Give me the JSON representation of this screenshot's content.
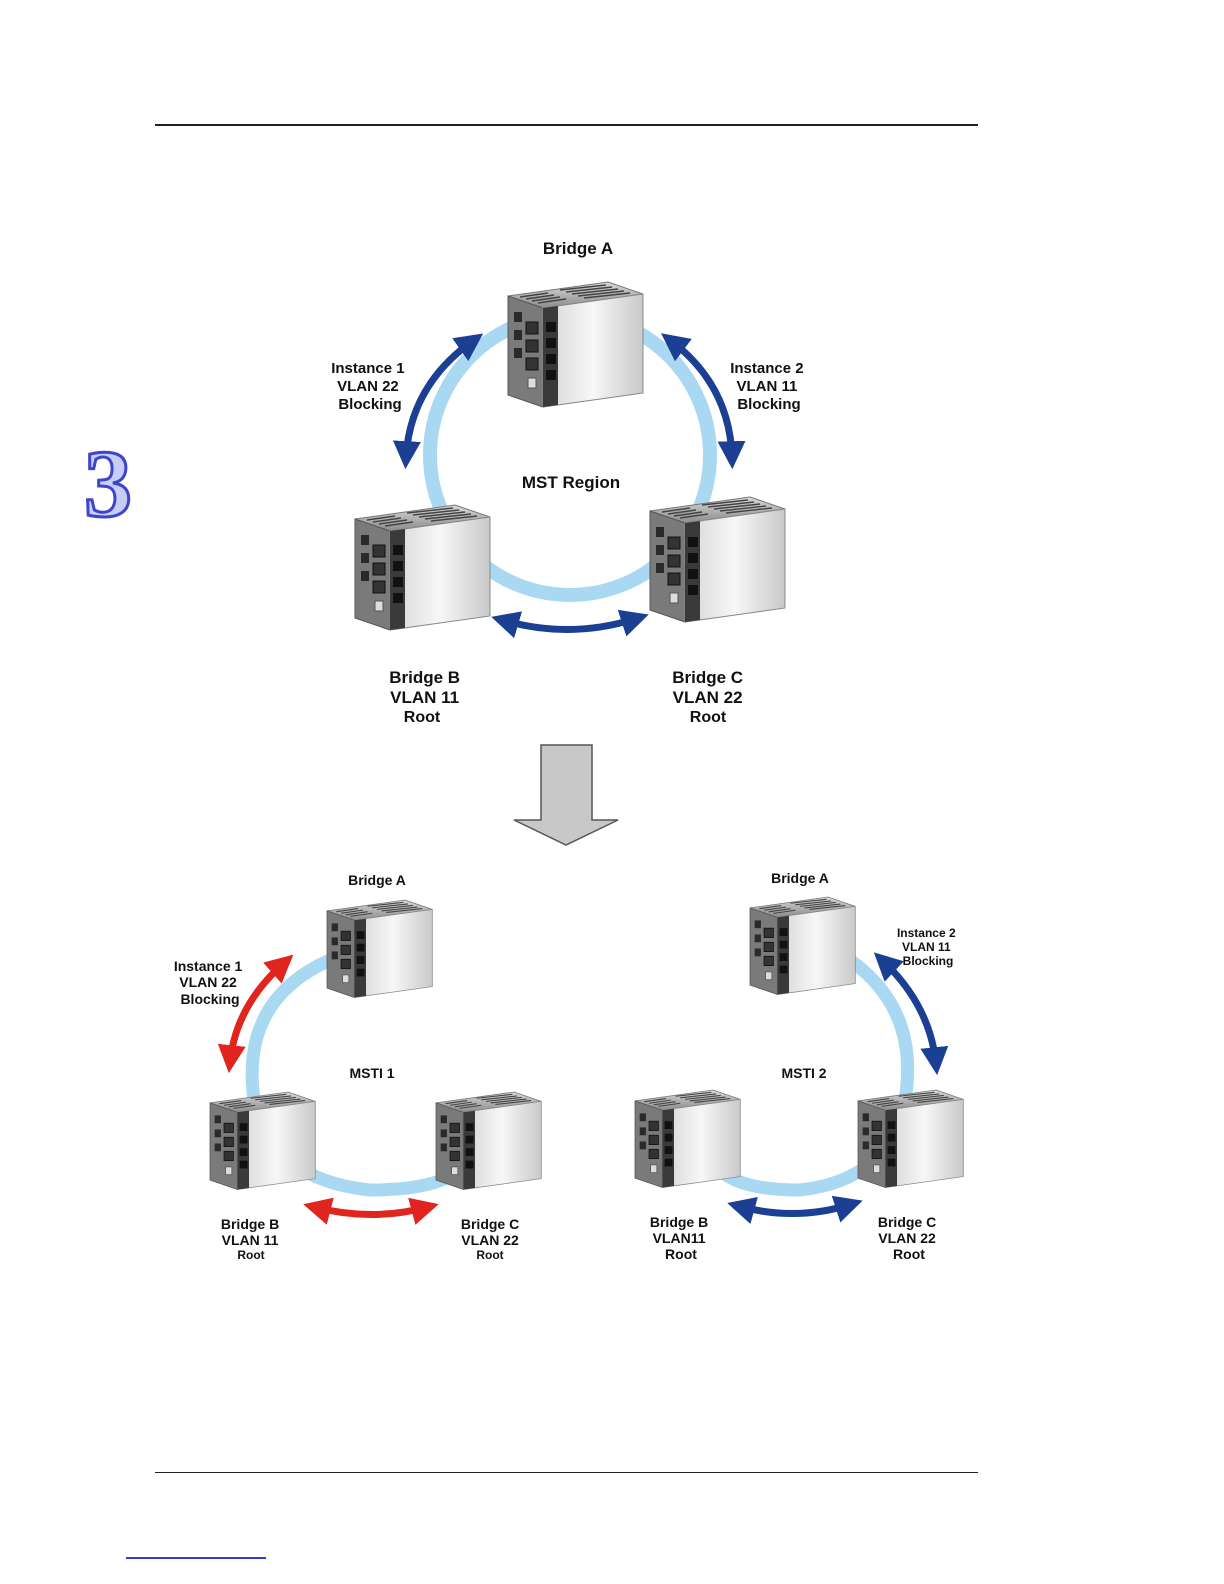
{
  "chapter_marker": "3",
  "top": {
    "bridge_a": "Bridge A",
    "instance1": [
      "Instance 1",
      "VLAN 22",
      "Blocking"
    ],
    "instance2": [
      "Instance 2",
      "VLAN 11",
      "Blocking"
    ],
    "region": "MST Region",
    "bridge_b": [
      "Bridge B",
      "VLAN 11",
      "Root"
    ],
    "bridge_c": [
      "Bridge C",
      "VLAN 22",
      "Root"
    ]
  },
  "msti1": {
    "bridge_a": "Bridge A",
    "instance": [
      "Instance 1",
      "VLAN 22",
      "Blocking"
    ],
    "title": "MSTI 1",
    "bridge_b": [
      "Bridge B",
      "VLAN 11",
      "Root"
    ],
    "bridge_c": [
      "Bridge C",
      "VLAN 22",
      "Root"
    ]
  },
  "msti2": {
    "bridge_a": "Bridge A",
    "instance": [
      "Instance 2",
      "VLAN 11",
      "Blocking"
    ],
    "title": "MSTI 2",
    "bridge_b": [
      "Bridge B",
      "VLAN11",
      "Root"
    ],
    "bridge_c": [
      "Bridge C",
      "VLAN 22",
      "Root"
    ]
  },
  "colors": {
    "ring": "#a9d8f2",
    "arrow_blue": "#1a3f93",
    "arrow_red": "#e0251f",
    "down_arrow": "#c8c8c8",
    "chapter_fill": "#c7cdf5",
    "chapter_stroke": "#3d45c8"
  }
}
